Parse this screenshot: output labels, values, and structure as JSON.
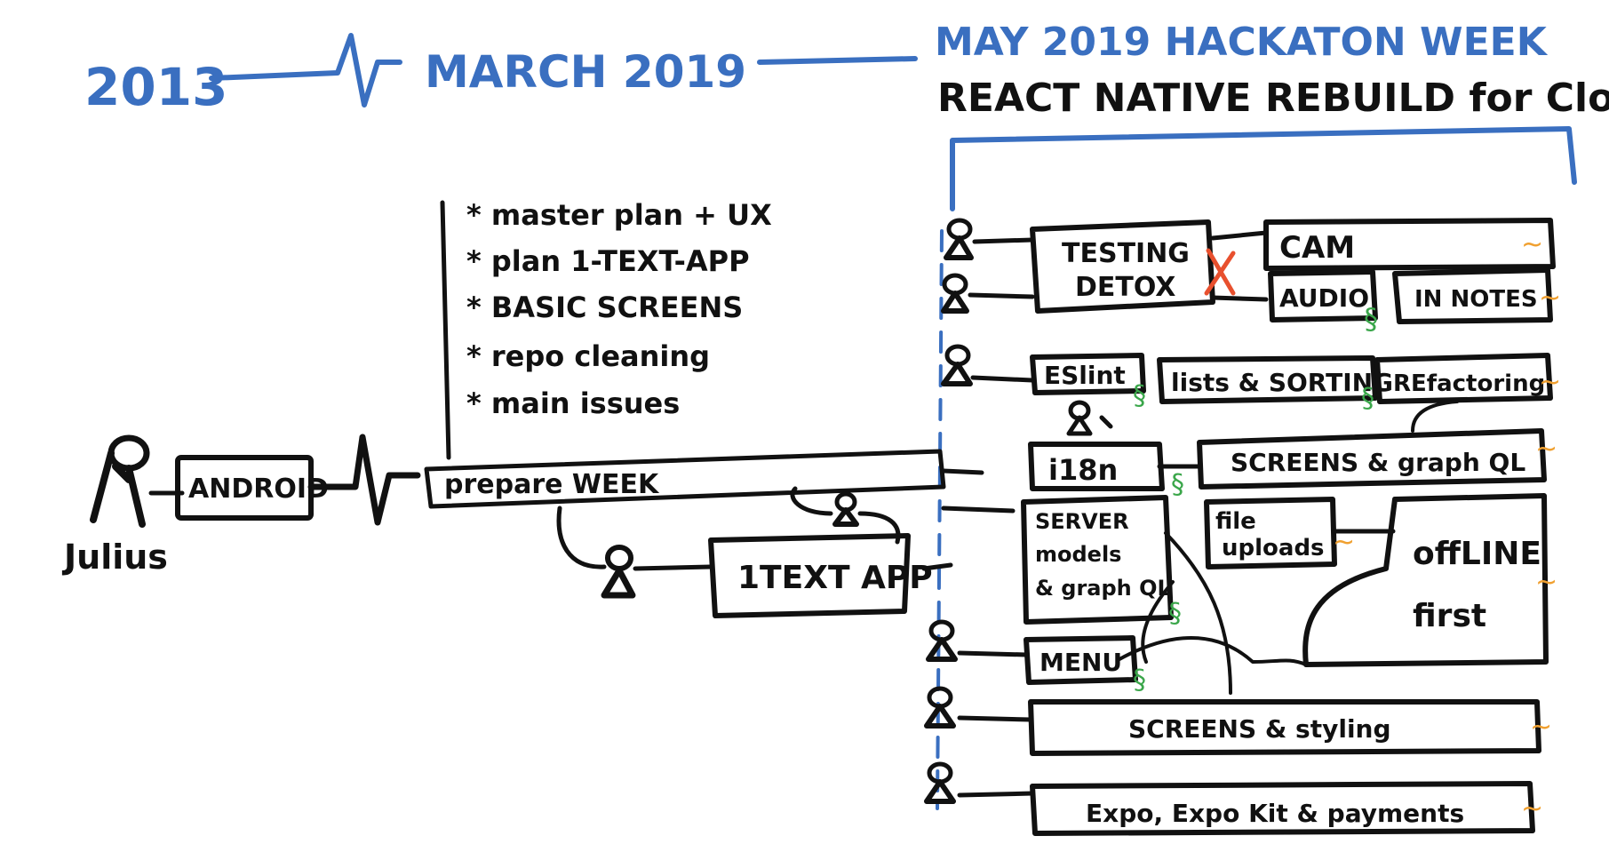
{
  "timeline": {
    "start_year": "2013",
    "march": "MARCH 2019",
    "may": "MAY 2019 HACKATON WEEK",
    "subtitle": "REACT NATIVE REBUILD for Cloud"
  },
  "person": {
    "name": "Julius"
  },
  "boxes": {
    "android": "ANDROID",
    "prepare_week": "prepare WEEK",
    "one_text_app": "1TEXT APP",
    "testing_line1": "TESTING",
    "testing_line2": "DETOX",
    "cam": "CAM",
    "audio": "AUDIO",
    "in_notes": "IN NOTES",
    "eslint": "ESlint",
    "lists_sorting": "lists & SORTING",
    "refactoring": "REfactoring",
    "i18n": "i18n",
    "screens_graphql": "SCREENS & graph QL",
    "server_line1": "SERVER",
    "server_line2": "models",
    "server_line3": "& graph QL",
    "file_uploads_line1": "file",
    "file_uploads_line2": "uploads",
    "offline_line1": "offLINE",
    "offline_line2": "first",
    "menu": "MENU",
    "screens_styling": "SCREENS & styling",
    "expo": "Expo, Expo Kit & payments"
  },
  "checklist": [
    "* master plan + UX",
    "* plan 1-TEXT-APP",
    "* BASIC SCREENS",
    "* repo cleaning",
    "* main issues"
  ],
  "colors": {
    "ink": "#111111",
    "blue": "#3a6fc0",
    "green": "#3aa64a",
    "orange": "#f0a030",
    "red": "#e8502e"
  }
}
